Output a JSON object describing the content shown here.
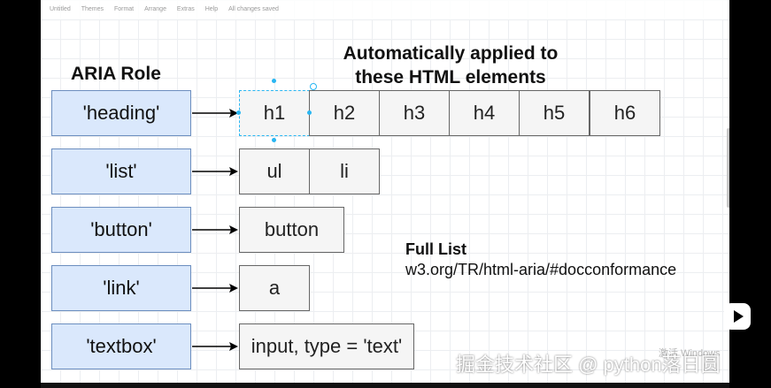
{
  "topbar": {
    "items": [
      "Untitled",
      "Themes",
      "Format",
      "Arrange",
      "Extras",
      "Help",
      "All changes saved"
    ]
  },
  "titles": {
    "aria_role": "ARIA Role",
    "auto_line1": "Automatically applied to",
    "auto_line2": "these HTML elements"
  },
  "roles": [
    {
      "label": "'heading'",
      "elements": [
        "h1",
        "h2",
        "h3",
        "h4",
        "h5",
        "h6"
      ]
    },
    {
      "label": "'list'",
      "elements": [
        "ul",
        "li"
      ]
    },
    {
      "label": "'button'",
      "elements": [
        "button"
      ]
    },
    {
      "label": "'link'",
      "elements": [
        "a"
      ]
    },
    {
      "label": "'textbox'",
      "elements": [
        "input, type = 'text'"
      ]
    }
  ],
  "full_list": {
    "title": "Full List",
    "url": "w3.org/TR/html-aria/#docconformance"
  },
  "overlay": {
    "watermark": "掘金技术社区 @ python落日圆",
    "activate_hint": "激活 Windows"
  },
  "colors": {
    "role_fill": "#dae8fc",
    "role_border": "#6c8ebf",
    "element_fill": "#f5f5f5",
    "element_border": "#666666",
    "selection": "#29b6f2"
  }
}
